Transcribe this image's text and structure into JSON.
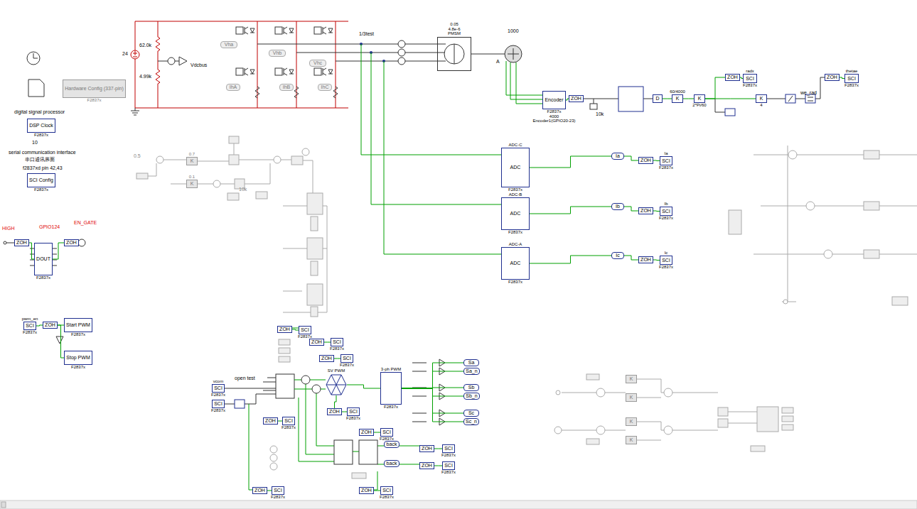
{
  "diagram": {
    "nodes": [
      {
        "text": [
          "Hardware Config (337-pin)",
          "F2837x"
        ]
      },
      {
        "text": [
          "DSP Clock",
          "F2837x"
        ]
      },
      {
        "text": [
          "SCI Config",
          "F2837x"
        ]
      },
      {
        "text": [
          "ZOH"
        ]
      },
      {
        "text": [
          "DOUT",
          "F2837x"
        ]
      },
      {
        "text": [
          "ZOH"
        ]
      },
      {
        "text": [
          "pwm_en",
          "SCI",
          "F2837x"
        ]
      },
      {
        "text": [
          "ZOH"
        ]
      },
      {
        "text": [
          "Start PWM",
          "F2837x"
        ]
      },
      {
        "text": [
          "Stop PWM",
          "F2837x"
        ]
      },
      {
        "text": [
          "0.05",
          "4.8e-6",
          "PMSM"
        ]
      },
      {
        "text": [
          "Encoder",
          "F2837x",
          "4000",
          "Encoder1(GPIO20-23)"
        ]
      },
      {
        "text": [
          "ZOH"
        ]
      },
      {
        "text": [
          "D"
        ]
      },
      {
        "text": [
          "60/4000",
          "K"
        ]
      },
      {
        "text": [
          "K",
          "2*Pi/60"
        ]
      },
      {
        "text": [
          "K",
          "4"
        ]
      },
      {
        "text": [
          "ZOH"
        ]
      },
      {
        "text": [
          "radx",
          "SCI",
          "F2837x"
        ]
      },
      {
        "text": [
          "ZOH"
        ]
      },
      {
        "text": [
          "thetae",
          "SCI",
          "F2837x"
        ]
      },
      {
        "text": [
          "ADC-C",
          "ADC",
          "F2837x"
        ]
      },
      {
        "text": [
          "ADC-B",
          "ADC",
          "F2837x"
        ]
      },
      {
        "text": [
          "ADC-A",
          "ADC",
          "F2837x"
        ]
      },
      {
        "text": [
          "Ia"
        ]
      },
      {
        "text": [
          "ZOH"
        ]
      },
      {
        "text": [
          "Ia",
          "SCI",
          "F2837x"
        ]
      },
      {
        "text": [
          "Ib"
        ]
      },
      {
        "text": [
          "ZOH"
        ]
      },
      {
        "text": [
          "Ib",
          "SCI",
          "F2837x"
        ]
      },
      {
        "text": [
          "Ic"
        ]
      },
      {
        "text": [
          "ZOH"
        ]
      },
      {
        "text": [
          "Ic",
          "SCI",
          "F2837x"
        ]
      },
      {
        "text": [
          "vcom",
          "SCI",
          "F2837x"
        ]
      },
      {
        "text": [
          "SCI",
          "F2837x"
        ]
      },
      {
        "text": [
          "ZOH"
        ]
      },
      {
        "text": [
          "SCI",
          "F2837x"
        ]
      },
      {
        "text": [
          "ZOH"
        ]
      },
      {
        "text": [
          "SCI",
          "F2837x"
        ]
      },
      {
        "text": [
          "ZOH"
        ]
      },
      {
        "text": [
          "SCI",
          "F2837x"
        ]
      },
      {
        "text": [
          "SV PWM"
        ]
      },
      {
        "text": [
          "ZOH"
        ]
      },
      {
        "text": [
          "SCI",
          "F2837x"
        ]
      },
      {
        "text": [
          "3-ph PWM",
          "F2837x"
        ]
      },
      {
        "text": [
          "Sa"
        ]
      },
      {
        "text": [
          "Sa_n"
        ]
      },
      {
        "text": [
          "Sb"
        ]
      },
      {
        "text": [
          "Sb_n"
        ]
      },
      {
        "text": [
          "Sc"
        ]
      },
      {
        "text": [
          "Sc_n"
        ]
      },
      {
        "text": [
          "ZOH"
        ]
      },
      {
        "text": [
          "SCI",
          "F2837x"
        ]
      },
      {
        "text": [
          "ZOH"
        ]
      },
      {
        "text": [
          "SCI",
          "F2837x"
        ]
      },
      {
        "text": [
          "ZOH"
        ]
      },
      {
        "text": [
          "SCI",
          "F2837x"
        ]
      },
      {
        "text": [
          "ZOH"
        ]
      },
      {
        "text": [
          "SCI",
          "F2837x"
        ]
      },
      {
        "text": [
          "ZOH"
        ]
      },
      {
        "text": [
          "SCI",
          "F2837x"
        ]
      },
      {
        "text": [
          "ZOH"
        ]
      },
      {
        "text": [
          "SCI",
          "F2837x"
        ]
      },
      {
        "text": [
          "back"
        ]
      },
      {
        "text": [
          "back"
        ]
      },
      {
        "text": [
          "K"
        ]
      },
      {
        "text": [
          "K"
        ]
      },
      {
        "text": [
          "K"
        ]
      },
      {
        "text": [
          "K"
        ]
      },
      {
        "text": [
          "0.7",
          "K"
        ]
      },
      {
        "text": [
          "0.1",
          "K"
        ]
      },
      {
        "text": [
          "Vha"
        ]
      },
      {
        "text": [
          "Vhb"
        ]
      },
      {
        "text": [
          "Vhc"
        ]
      },
      {
        "text": [
          "IhA"
        ]
      },
      {
        "text": [
          "IhB"
        ]
      },
      {
        "text": [
          "IhC"
        ]
      }
    ],
    "edges": [
      {
        "from": 3,
        "to": 4,
        "arrow": "none"
      },
      {
        "from": 4,
        "to": 5,
        "arrow": "none"
      },
      {
        "from": 6,
        "to": 7,
        "arrow": "none"
      },
      {
        "from": 7,
        "to": 8,
        "arrow": "none"
      },
      {
        "from": 7,
        "to": 9,
        "arrow": "none"
      },
      {
        "from": 11,
        "to": 12,
        "arrow": "none"
      },
      {
        "from": 13,
        "to": 14,
        "arrow": "none"
      },
      {
        "from": 14,
        "to": 15,
        "arrow": "none"
      },
      {
        "from": 15,
        "to": 17,
        "arrow": "none"
      },
      {
        "from": 17,
        "to": 18,
        "arrow": "none"
      },
      {
        "from": 15,
        "to": 16,
        "arrow": "none"
      },
      {
        "from": 19,
        "to": 20,
        "arrow": "none"
      },
      {
        "from": 21,
        "to": 24,
        "arrow": "none"
      },
      {
        "from": 24,
        "to": 25,
        "arrow": "none"
      },
      {
        "from": 25,
        "to": 26,
        "arrow": "none"
      },
      {
        "from": 22,
        "to": 27,
        "arrow": "none"
      },
      {
        "from": 27,
        "to": 28,
        "arrow": "none"
      },
      {
        "from": 28,
        "to": 29,
        "arrow": "none"
      },
      {
        "from": 23,
        "to": 30,
        "arrow": "none"
      },
      {
        "from": 30,
        "to": 31,
        "arrow": "none"
      },
      {
        "from": 31,
        "to": 32,
        "arrow": "none"
      },
      {
        "from": 35,
        "to": 36,
        "arrow": "none"
      },
      {
        "from": 37,
        "to": 38,
        "arrow": "none"
      },
      {
        "from": 39,
        "to": 40,
        "arrow": "none"
      },
      {
        "from": 41,
        "to": 42,
        "arrow": "none"
      },
      {
        "from": 42,
        "to": 43,
        "arrow": "none"
      },
      {
        "from": 41,
        "to": 44,
        "arrow": "none"
      },
      {
        "from": 44,
        "to": 45,
        "arrow": "none"
      },
      {
        "from": 44,
        "to": 46,
        "arrow": "none"
      },
      {
        "from": 44,
        "to": 47,
        "arrow": "none"
      },
      {
        "from": 44,
        "to": 48,
        "arrow": "none"
      },
      {
        "from": 44,
        "to": 49,
        "arrow": "none"
      },
      {
        "from": 44,
        "to": 50,
        "arrow": "none"
      },
      {
        "from": 51,
        "to": 52,
        "arrow": "none"
      },
      {
        "from": 53,
        "to": 54,
        "arrow": "none"
      },
      {
        "from": 55,
        "to": 56,
        "arrow": "none"
      },
      {
        "from": 57,
        "to": 58,
        "arrow": "none"
      },
      {
        "from": 59,
        "to": 60,
        "arrow": "none"
      },
      {
        "from": 61,
        "to": 62,
        "arrow": "none"
      }
    ],
    "labels": [
      "24",
      "62.0k",
      "4.99k",
      "Vdcbus",
      "1/3test",
      "1000",
      "10k",
      "HIGH",
      "GPIO124",
      "EN_GATE",
      "digital signal processor",
      "10",
      "serial communication interface",
      "串口通讯界面",
      "f2837xd pin 42,43",
      "open test",
      "we_rad",
      "0.5",
      "10k",
      "A"
    ]
  }
}
